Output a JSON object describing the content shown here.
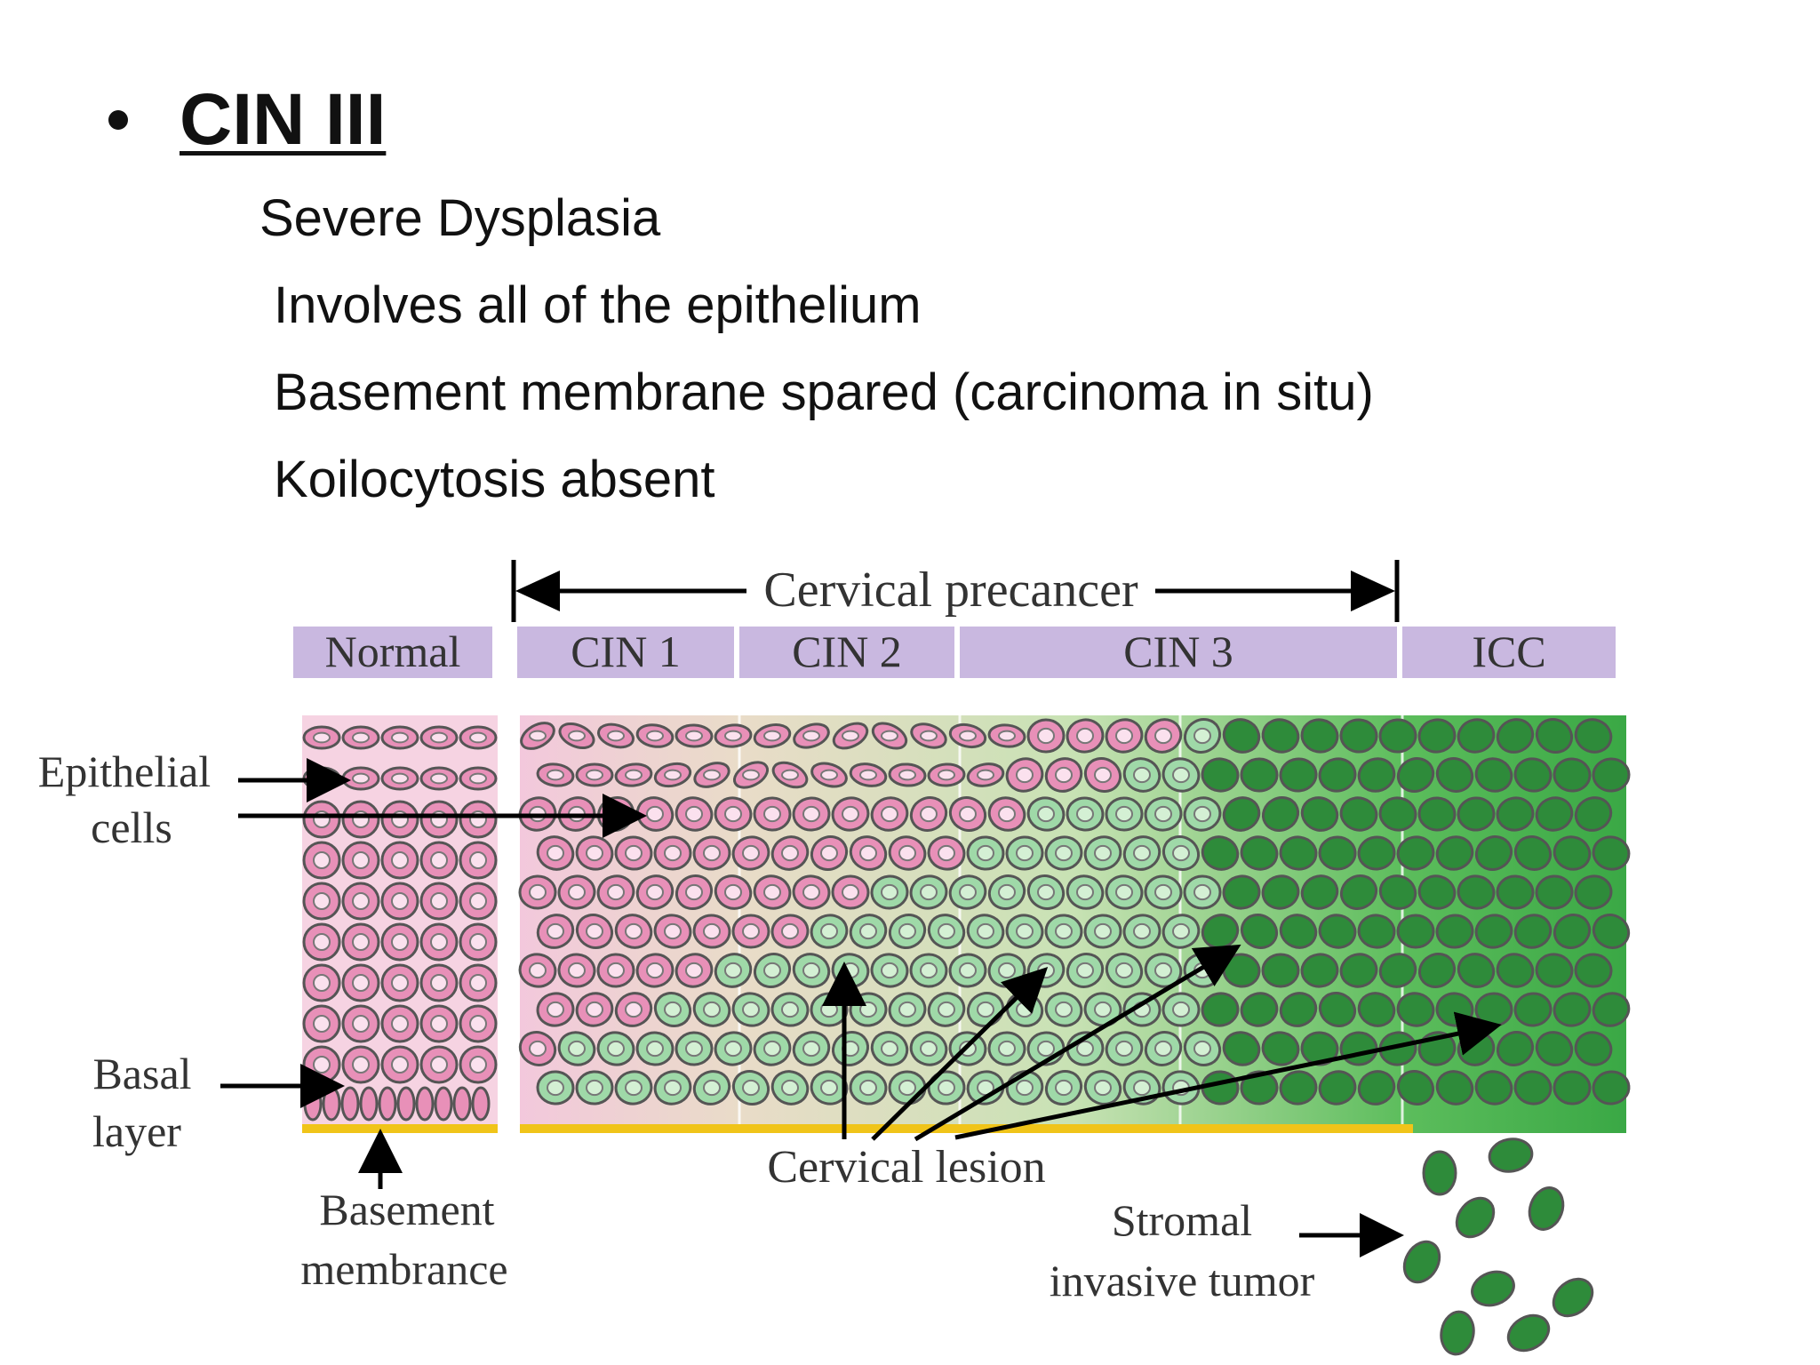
{
  "heading": "CIN III",
  "points": [
    "Severe Dysplasia",
    "Involves all of the epithelium",
    "Basement membrane spared (carcinoma in situ)",
    "Koilocytosis absent"
  ],
  "diagram": {
    "bracket_label": "Cervical precancer",
    "stages": [
      "Normal",
      "CIN 1",
      "CIN 2",
      "CIN 3",
      "ICC"
    ],
    "labels": {
      "epithelial_1": "Epithelial",
      "epithelial_2": "cells",
      "basal_1": "Basal",
      "basal_2": "layer",
      "basement_1": "Basement",
      "basement_2": "membrance",
      "lesion": "Cervical lesion",
      "stromal_1": "Stromal",
      "stromal_2": "invasive tumor"
    },
    "colors": {
      "stage_box": "#c9b8e0",
      "normal_cell": "#e890b8",
      "normal_bg": "#f6d3e2",
      "light_green": "#9fd9a8",
      "dark_green": "#2e8b3a",
      "membrane": "#f0c419"
    }
  }
}
